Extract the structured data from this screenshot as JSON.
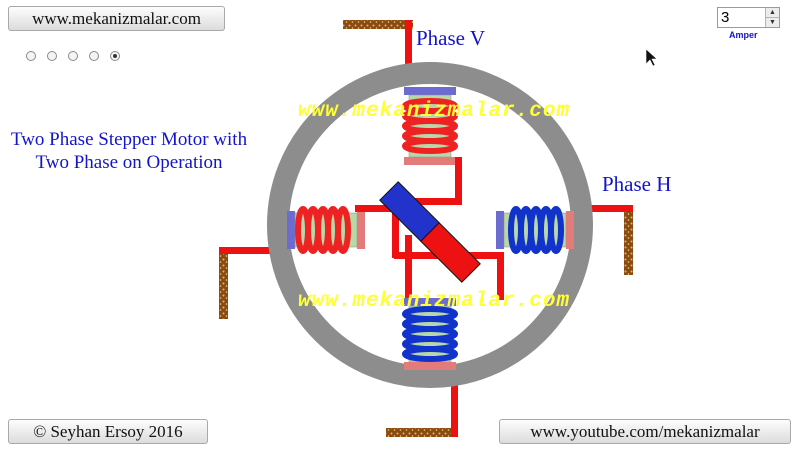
{
  "header": {
    "site_button": "www.mekanizmalar.com"
  },
  "mode_radios": {
    "count": 5,
    "selected_index": 4
  },
  "title": {
    "line1": "Two Phase Stepper Motor with",
    "line2": "Two Phase on Operation"
  },
  "phases": {
    "v_label": "Phase V",
    "h_label": "Phase H"
  },
  "current": {
    "value": "3",
    "unit": "Amper"
  },
  "watermarks": [
    "www.mekanizmalar.com",
    "www.mekanizmalar.com"
  ],
  "footer": {
    "copyright": "© Seyhan Ersoy 2016",
    "youtube": "www.youtube.com/mekanizmalar"
  },
  "colors": {
    "phase_active": "#ee1111",
    "phase_v_coil": "#ee2222",
    "phase_h_coil": "#1133cc",
    "stator_ring": "#8d8d8d",
    "rotor_north": "#2233cc",
    "rotor_south": "#ee1111",
    "text": "#1414c8",
    "watermark": "#ffff33"
  }
}
